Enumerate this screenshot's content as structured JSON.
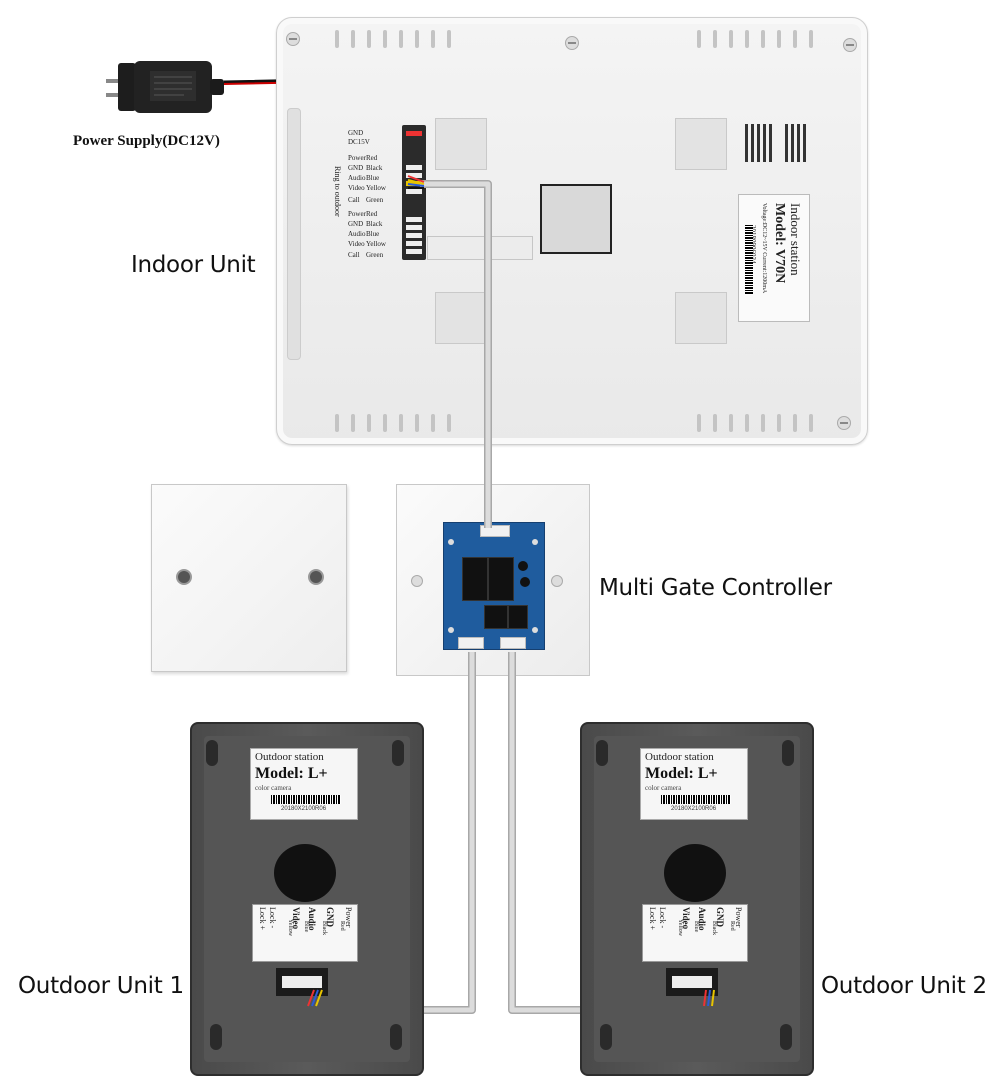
{
  "labels": {
    "power_supply": "Power Supply(DC12V)",
    "indoor_unit": "Indoor Unit",
    "multi_gate_controller": "Multi Gate Controller",
    "outdoor_unit_1": "Outdoor Unit 1",
    "outdoor_unit_2": "Outdoor Unit 2"
  },
  "indoor_sticker": {
    "title": "Indoor station",
    "model": "Model: V70N",
    "spec": "Voltage:DC12~15V  Current:1200mA",
    "serial": "20180906034"
  },
  "indoor_terminals": {
    "power": [
      "GND",
      "DC15V"
    ],
    "group_label": "Ring to outdoor",
    "group1": [
      {
        "name": "Power",
        "color": "Red"
      },
      {
        "name": "GND",
        "color": "Black"
      },
      {
        "name": "Audio",
        "color": "Blue"
      },
      {
        "name": "Video",
        "color": "Yellow"
      },
      {
        "name": "Call",
        "color": "Green"
      }
    ],
    "group2": [
      {
        "name": "Power",
        "color": "Red"
      },
      {
        "name": "GND",
        "color": "Black"
      },
      {
        "name": "Audio",
        "color": "Blue"
      },
      {
        "name": "Video",
        "color": "Yellow"
      },
      {
        "name": "Call",
        "color": "Green"
      }
    ]
  },
  "outdoor_sticker": {
    "title": "Outdoor station",
    "model": "Model: L+",
    "sub": "color camera",
    "serial": "20180X2100R06"
  },
  "outdoor_terminals": [
    {
      "name": "Lock +",
      "color": ""
    },
    {
      "name": "Lock -",
      "color": ""
    },
    {
      "name": "Video",
      "color": "Yellow"
    },
    {
      "name": "Audio",
      "color": "Blue"
    },
    {
      "name": "GND",
      "color": "Black"
    },
    {
      "name": "Power",
      "color": "Red"
    }
  ]
}
